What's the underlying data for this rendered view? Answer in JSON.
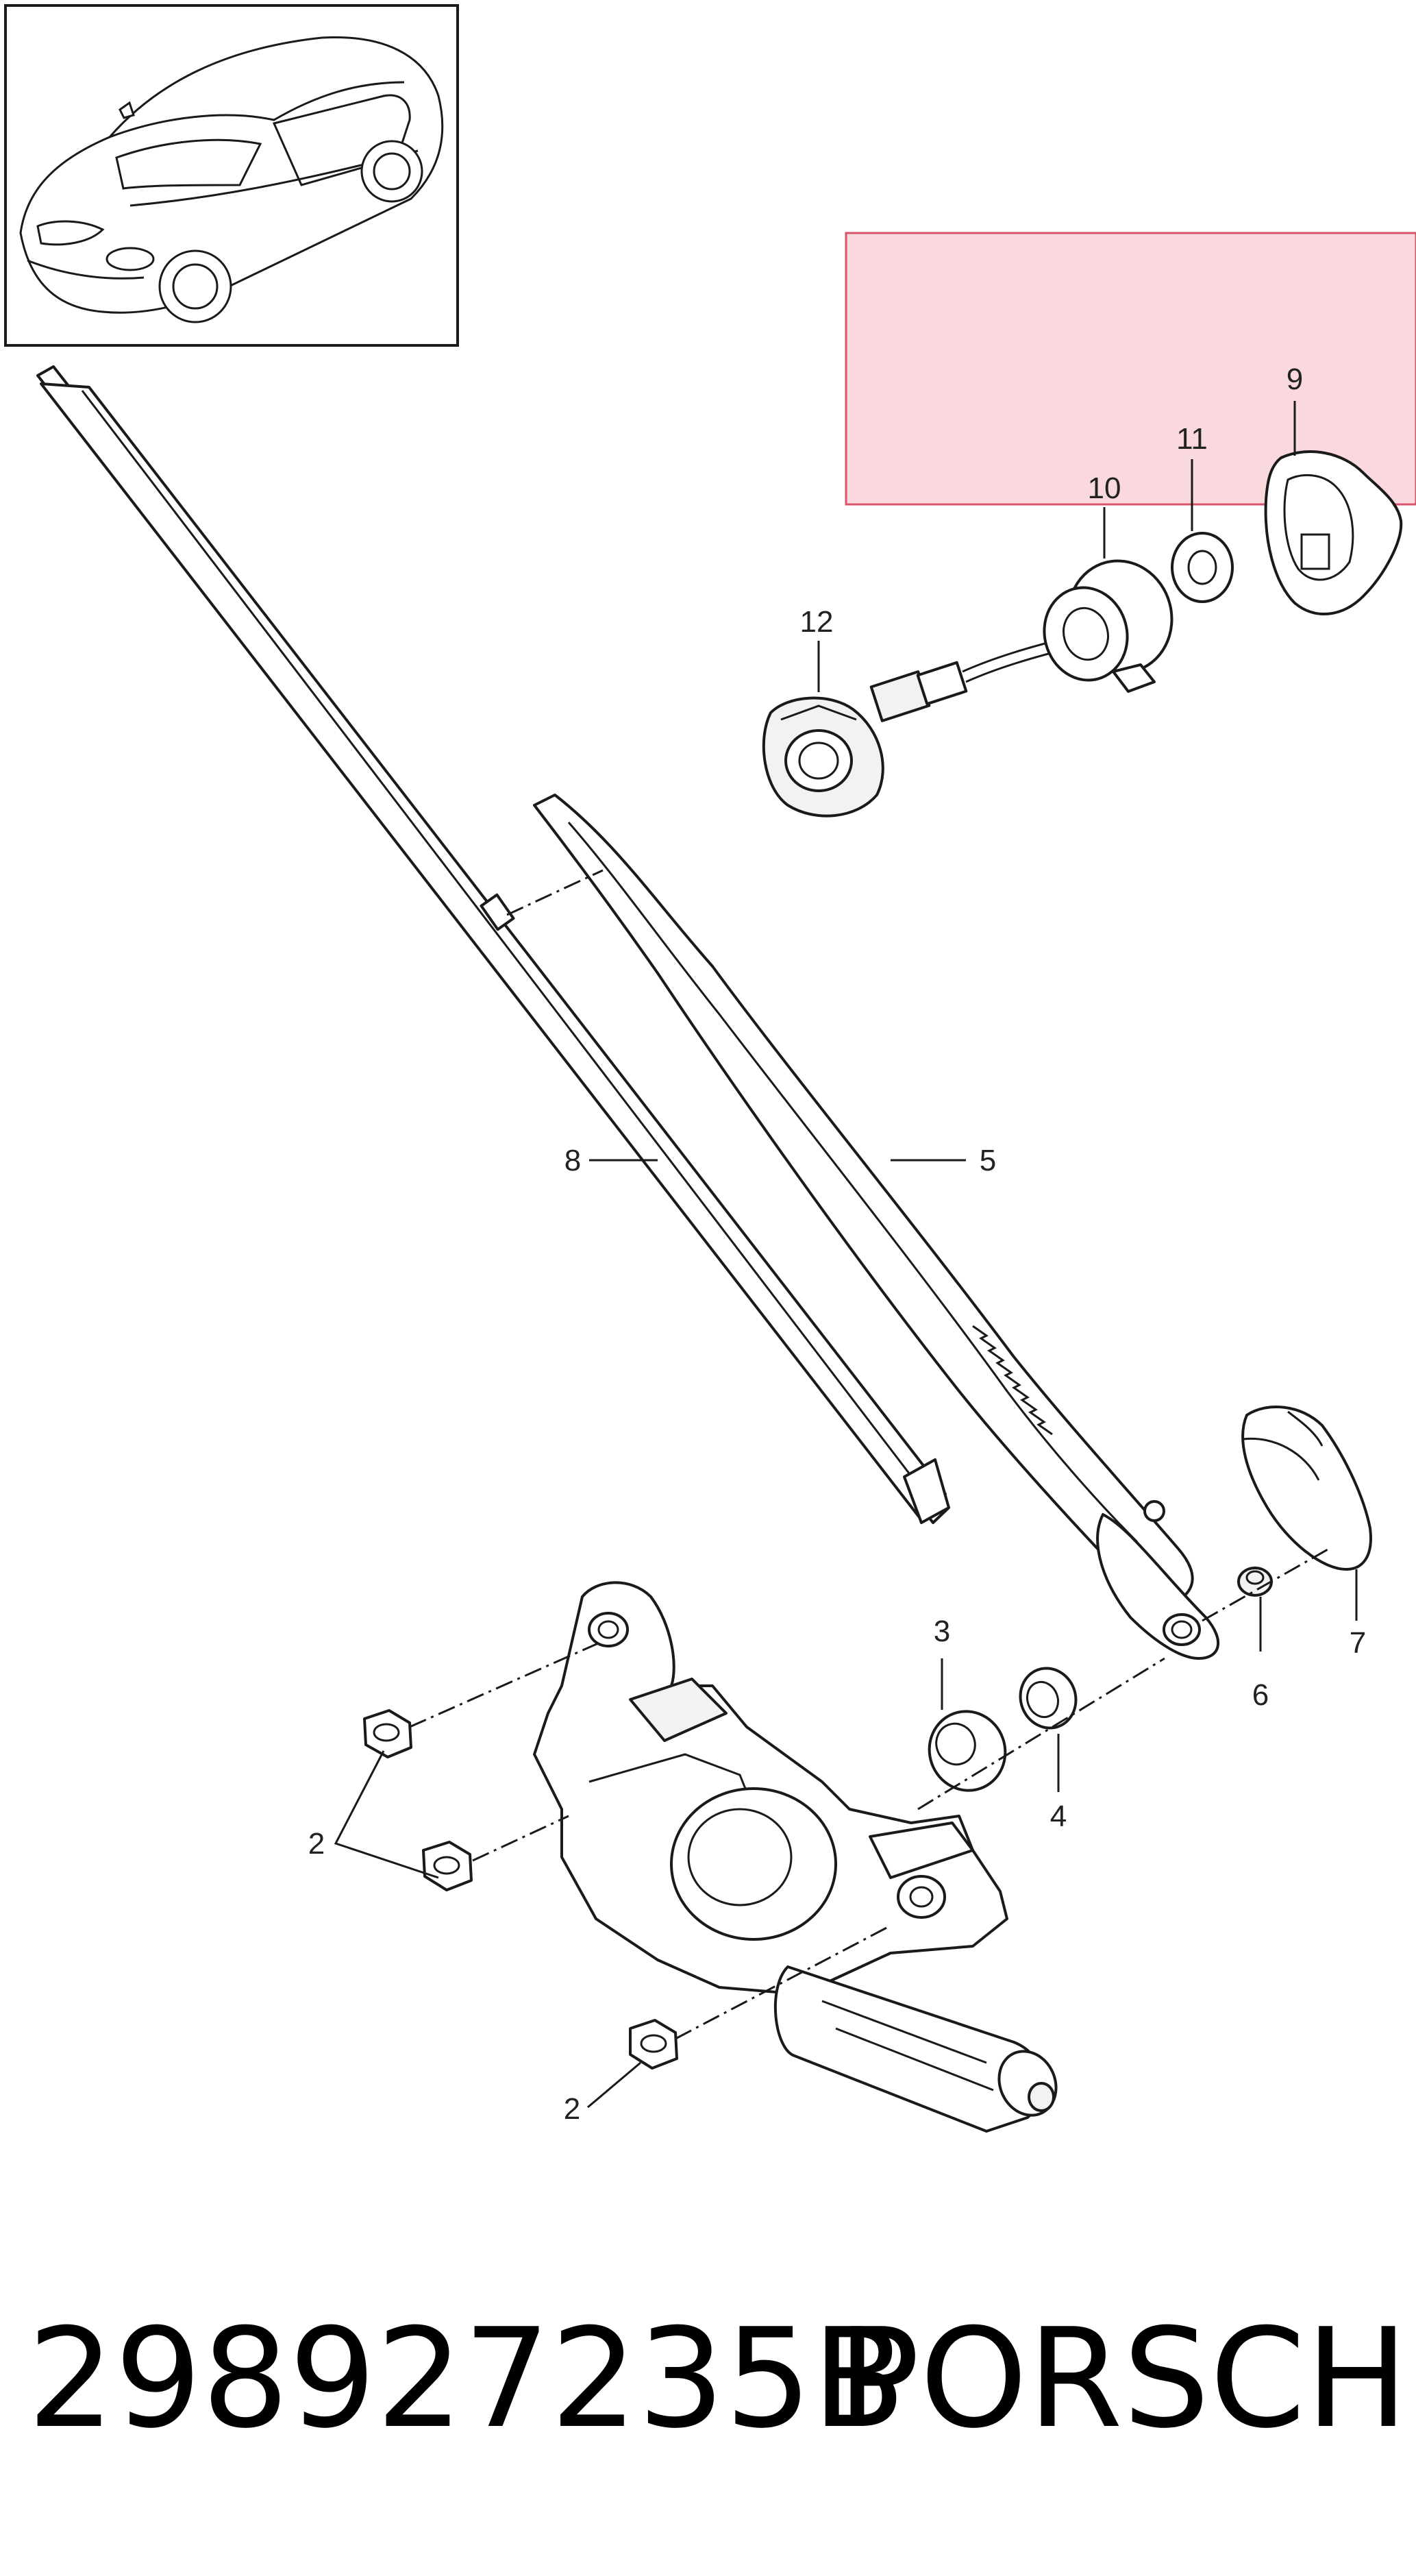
{
  "callouts": [
    {
      "id": "2a",
      "label": "2"
    },
    {
      "id": "2b",
      "label": "2"
    },
    {
      "id": "3",
      "label": "3"
    },
    {
      "id": "4",
      "label": "4"
    },
    {
      "id": "5",
      "label": "5"
    },
    {
      "id": "6",
      "label": "6"
    },
    {
      "id": "7",
      "label": "7"
    },
    {
      "id": "8",
      "label": "8"
    },
    {
      "id": "9",
      "label": "9"
    },
    {
      "id": "10",
      "label": "10"
    },
    {
      "id": "11",
      "label": "11"
    },
    {
      "id": "12",
      "label": "12"
    }
  ],
  "footer": {
    "part_number": "298927235B",
    "brand": "PORSCHE"
  },
  "colors": {
    "highlight_fill": "#f9d9de",
    "highlight_stroke": "#d9536b",
    "line": "#1a1a1a",
    "background": "#ffffff"
  }
}
